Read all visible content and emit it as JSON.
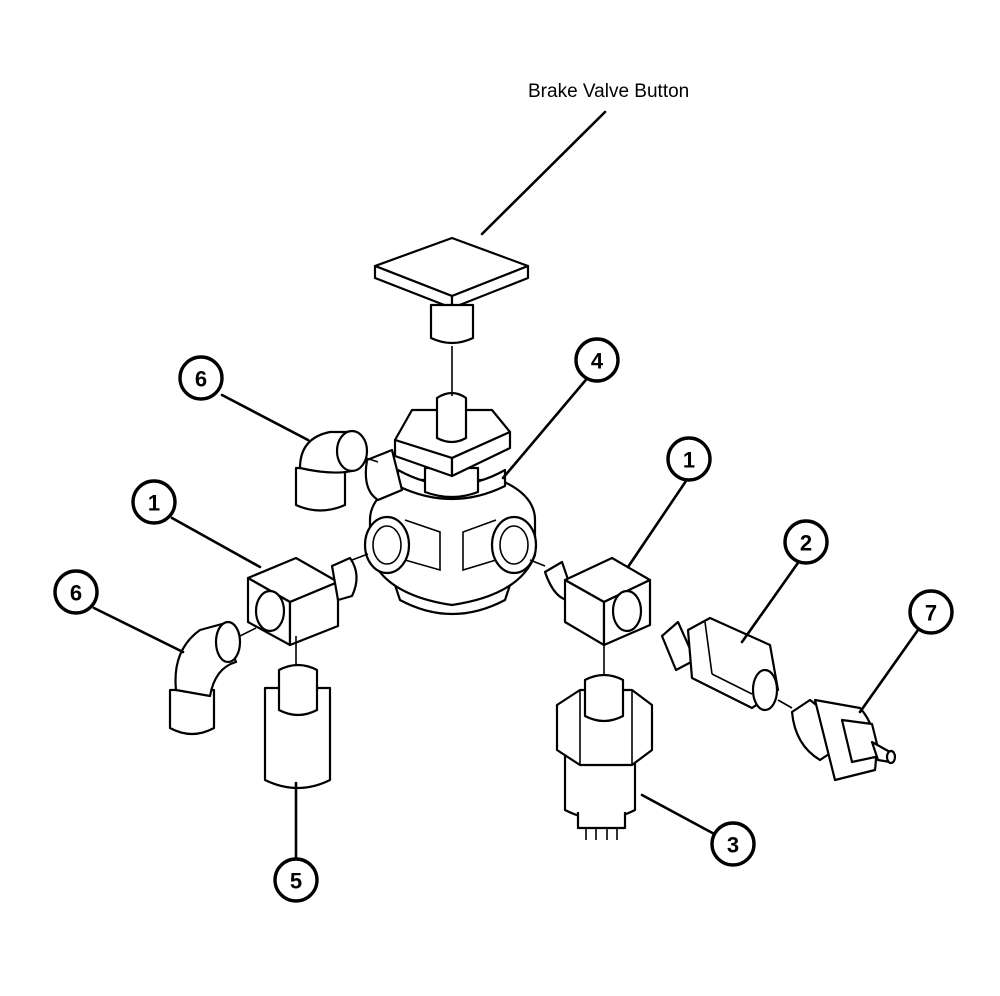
{
  "diagram": {
    "top_label": "Brake Valve Button",
    "callouts": {
      "c6_upper": "6",
      "c4": "4",
      "c1_left": "1",
      "c1_right": "1",
      "c6_lower": "6",
      "c2": "2",
      "c7": "7",
      "c5": "5",
      "c3": "3"
    },
    "colors": {
      "line": "#000000",
      "fill": "#ffffff"
    }
  }
}
